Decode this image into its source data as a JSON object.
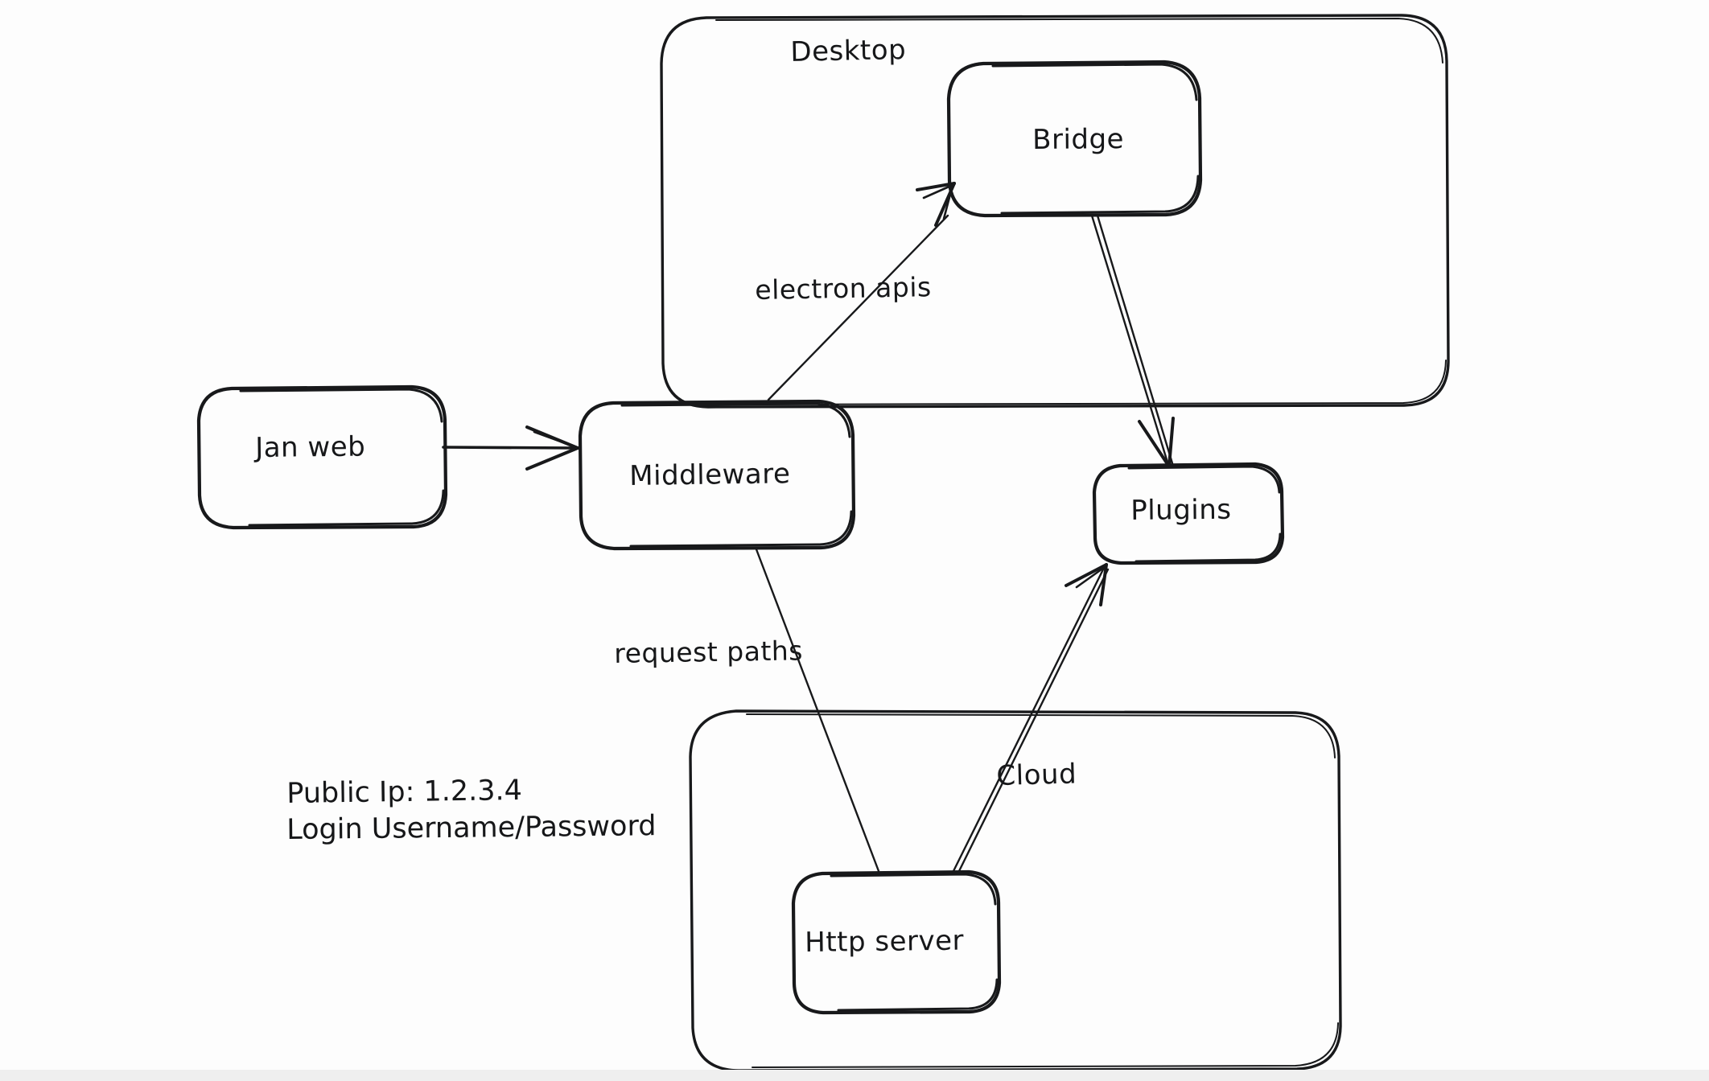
{
  "diagram": {
    "type": "architecture-flow-diagram",
    "style": "hand-drawn-whiteboard",
    "background_color": "#fdfdfd",
    "stroke_color": "#18191b",
    "containers": [
      {
        "id": "desktop",
        "label": "Desktop",
        "contains": [
          "bridge"
        ]
      },
      {
        "id": "cloud",
        "label": "Cloud",
        "contains": [
          "http-server"
        ]
      }
    ],
    "nodes": [
      {
        "id": "jan-web",
        "label": "Jan web"
      },
      {
        "id": "middleware",
        "label": "Middleware"
      },
      {
        "id": "bridge",
        "label": "Bridge"
      },
      {
        "id": "plugins",
        "label": "Plugins"
      },
      {
        "id": "http-server",
        "label": "Http server"
      }
    ],
    "edges": [
      {
        "id": "janweb-to-middleware",
        "from": "jan-web",
        "to": "middleware",
        "label": ""
      },
      {
        "id": "middleware-to-bridge",
        "from": "middleware",
        "to": "bridge",
        "label": "electron apis"
      },
      {
        "id": "bridge-to-plugins",
        "from": "bridge",
        "to": "plugins",
        "label": ""
      },
      {
        "id": "middleware-to-httpserver",
        "from": "middleware",
        "to": "http-server",
        "label": "request paths"
      },
      {
        "id": "httpserver-to-plugins",
        "from": "http-server",
        "to": "plugins",
        "label": ""
      }
    ],
    "notes": {
      "public_ip_line": "Public Ip: 1.2.3.4",
      "login_line": "Login Username/Password"
    }
  }
}
